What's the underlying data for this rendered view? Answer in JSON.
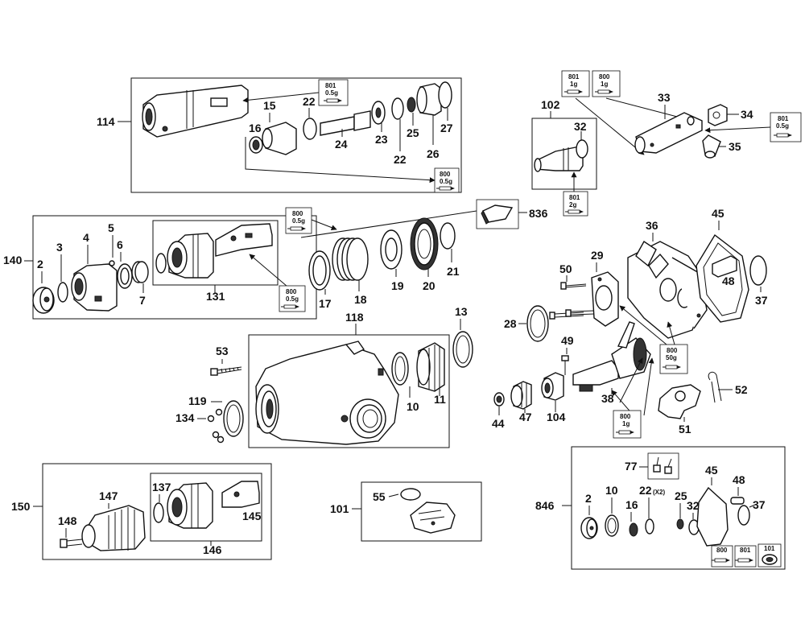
{
  "callouts": {
    "c114": "114",
    "c15": "15",
    "c16": "16",
    "c22a": "22",
    "c24": "24",
    "c23": "23",
    "c22b": "22",
    "c25": "25",
    "c26": "26",
    "c27": "27",
    "c102": "102",
    "c32a": "32",
    "c33": "33",
    "c34": "34",
    "c35": "35",
    "c140": "140",
    "c2a": "2",
    "c3": "3",
    "c4": "4",
    "c5": "5",
    "c6": "6",
    "c7": "7",
    "c131": "131",
    "c17": "17",
    "c18": "18",
    "c19": "19",
    "c20": "20",
    "c21": "21",
    "c836": "836",
    "c36": "36",
    "c45a": "45",
    "c48a": "48",
    "c37a": "37",
    "c29": "29",
    "c50": "50",
    "c28": "28",
    "c49": "49",
    "c38": "38",
    "c44": "44",
    "c47": "47",
    "c104": "104",
    "c52": "52",
    "c51": "51",
    "c118": "118",
    "c13": "13",
    "c53": "53",
    "c10a": "10",
    "c11": "11",
    "c119": "119",
    "c134": "134",
    "c150": "150",
    "c147": "147",
    "c148": "148",
    "c137": "137",
    "c145": "145",
    "c146": "146",
    "c101": "101",
    "c55": "55",
    "c846": "846",
    "c77": "77",
    "c2b": "2",
    "c10b": "10",
    "c16b": "16",
    "c22c": "22",
    "c22x2": "(X2)",
    "c25b": "25",
    "c32b": "32",
    "c45b": "45",
    "c48b": "48",
    "c37b": "37"
  },
  "grease_tags": {
    "g1": {
      "num": "801",
      "wt": "0.5g"
    },
    "g2": {
      "num": "800",
      "wt": "0.5g"
    },
    "g3": {
      "num": "800",
      "wt": "0.5g"
    },
    "g4": {
      "num": "800",
      "wt": "0.5g"
    },
    "g5": {
      "num": "801",
      "wt": "1g"
    },
    "g6": {
      "num": "800",
      "wt": "1g"
    },
    "g7": {
      "num": "801",
      "wt": "0.5g"
    },
    "g8": {
      "num": "801",
      "wt": "2g"
    },
    "g9": {
      "num": "800",
      "wt": "50g"
    },
    "g10": {
      "num": "800",
      "wt": "1g"
    }
  },
  "kit_icons": {
    "k800": "800",
    "k801": "801",
    "k101": "101"
  }
}
